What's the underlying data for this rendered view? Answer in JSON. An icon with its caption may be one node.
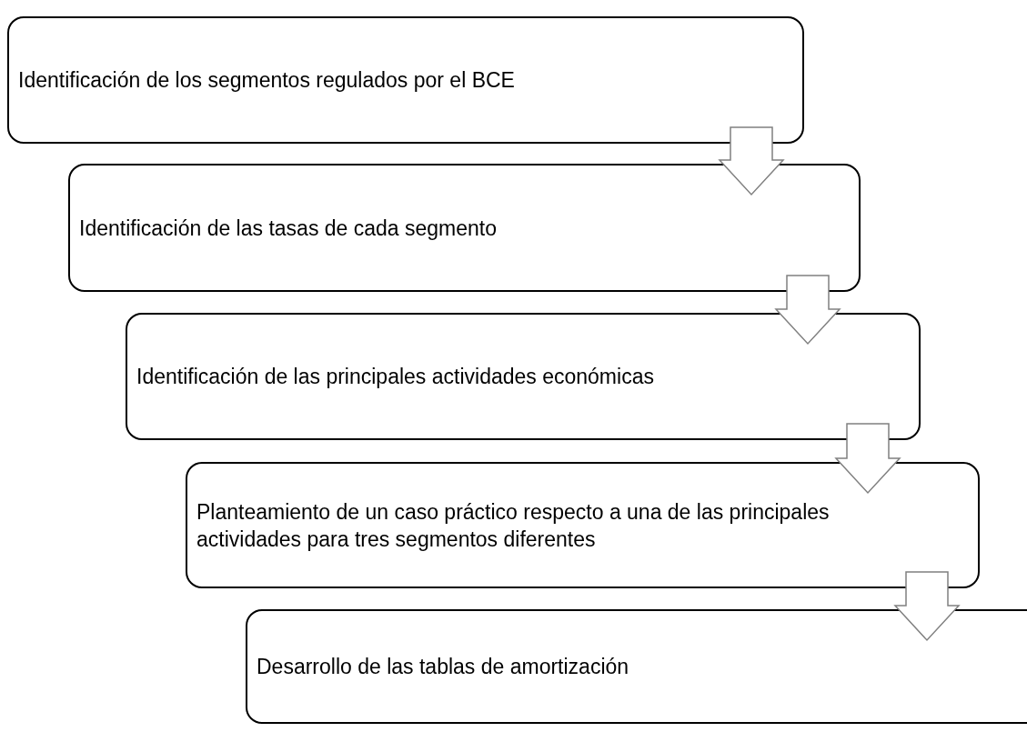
{
  "diagram": {
    "nodes": [
      {
        "text": [
          "Identificación de los segmentos regulados por el BCE"
        ]
      },
      {
        "text": [
          "Identificación de las tasas de cada segmento"
        ]
      },
      {
        "text": [
          "Identificación de las principales actividades económicas"
        ]
      },
      {
        "text": [
          "Planteamiento de un caso práctico respecto a una de las principales actividades para tres segmentos diferentes"
        ]
      },
      {
        "text": [
          "Desarrollo de las tablas de amortización"
        ]
      }
    ],
    "edges": [
      {
        "from": 0,
        "to": 1,
        "arrow": "to"
      },
      {
        "from": 1,
        "to": 2,
        "arrow": "to"
      },
      {
        "from": 2,
        "to": 3,
        "arrow": "to"
      },
      {
        "from": 3,
        "to": 4,
        "arrow": "to"
      }
    ]
  }
}
